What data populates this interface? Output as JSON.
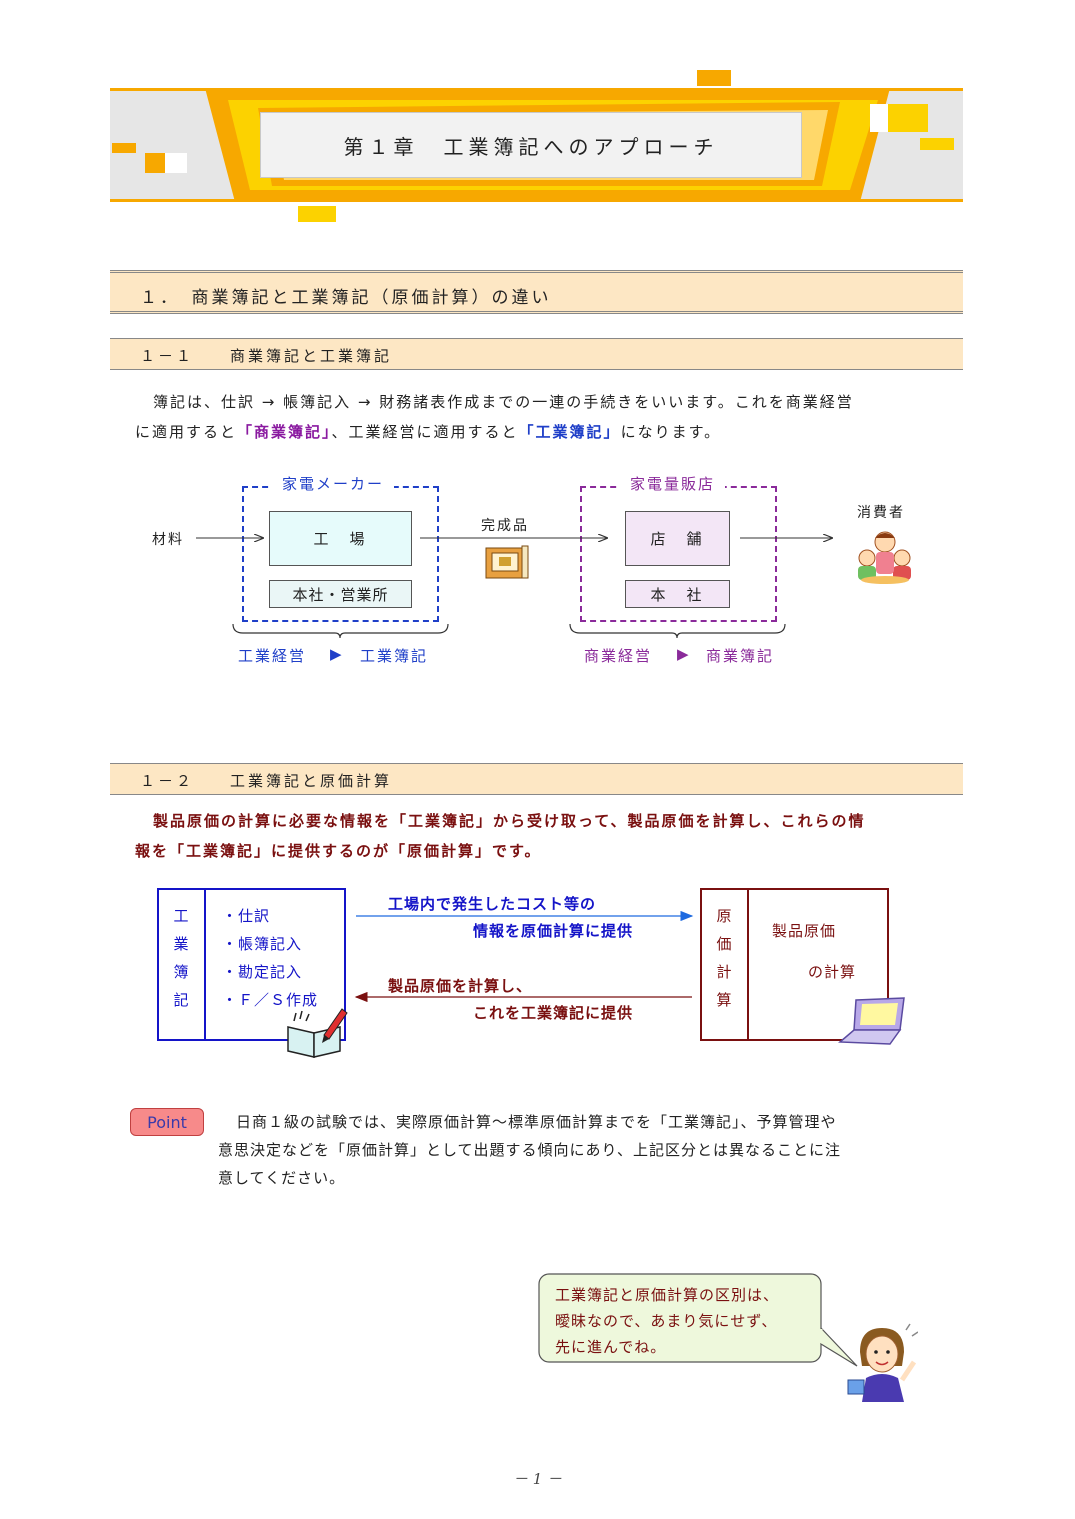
{
  "banner": {
    "title": "第１章　工業簿記へのアプローチ"
  },
  "section1": {
    "heading": "１．　商業簿記と工業簿記（原価計算）の違い"
  },
  "section1_1": {
    "heading": "１－１　　商業簿記と工業簿記",
    "para_line1": "簿記は、仕訳 → 帳簿記入 → 財務諸表作成までの一連の手続きをいいます。これを商業経営",
    "para_line2_a": "に適用すると",
    "para_line2_b": "「商業簿記」",
    "para_line2_c": "、工業経営に適用すると",
    "para_line2_d": "「工業簿記」",
    "para_line2_e": "になります。"
  },
  "diagram1": {
    "maker_label": "家電メーカー",
    "retail_label": "家電量販店",
    "material": "材料",
    "factory": "工　場",
    "headoffice_sales": "本社・営業所",
    "finished_goods": "完成品",
    "store": "店　舗",
    "headoffice": "本　社",
    "consumer": "消費者",
    "industrial_mgmt": "工業経営",
    "industrial_bk": "工業簿記",
    "commercial_mgmt": "商業経営",
    "commercial_bk": "商業簿記",
    "arrow_glyph": "▶",
    "colors": {
      "blue": "#1f3fc8",
      "purple": "#8a2a9a",
      "factory_fill": "#e6fbfb",
      "store_fill": "#f3e6f6"
    }
  },
  "section1_2": {
    "heading": "１－２　　工業簿記と原価計算",
    "para_line1": "製品原価の計算に必要な情報を「工業簿記」から受け取って、製品原価を計算し、これらの情",
    "para_line2": "報を「工業簿記」に提供するのが「原価計算」です。"
  },
  "diagram2": {
    "left_vertical": [
      "工",
      "業",
      "簿",
      "記"
    ],
    "left_items": [
      "・仕訳",
      "・帳簿記入",
      "・勘定記入",
      "・Ｆ／Ｓ作成"
    ],
    "top_arrow_line1": "工場内で発生したコスト等の",
    "top_arrow_line2": "情報を原価計算に提供",
    "bottom_arrow_line1": "製品原価を計算し、",
    "bottom_arrow_line2": "これを工業簿記に提供",
    "right_vertical": [
      "原",
      "価",
      "計",
      "算"
    ],
    "right_text1": "製品原価",
    "right_text2": "の計算",
    "colors": {
      "blue": "#1414c8",
      "maroon": "#7a1010"
    }
  },
  "point": {
    "badge": "Point",
    "line1": "日商１級の試験では、実際原価計算～標準原価計算までを「工業簿記」、予算管理や",
    "line2": "意思決定などを「原価計算」として出題する傾向にあり、上記区分とは異なることに注",
    "line3": "意してください。"
  },
  "bubble": {
    "line1": "工業簿記と原価計算の区別は、",
    "line2": "曖昧なので、あまり気にせず、",
    "line3": "先に進んでね。"
  },
  "footer": {
    "page": "－ 1 －"
  }
}
